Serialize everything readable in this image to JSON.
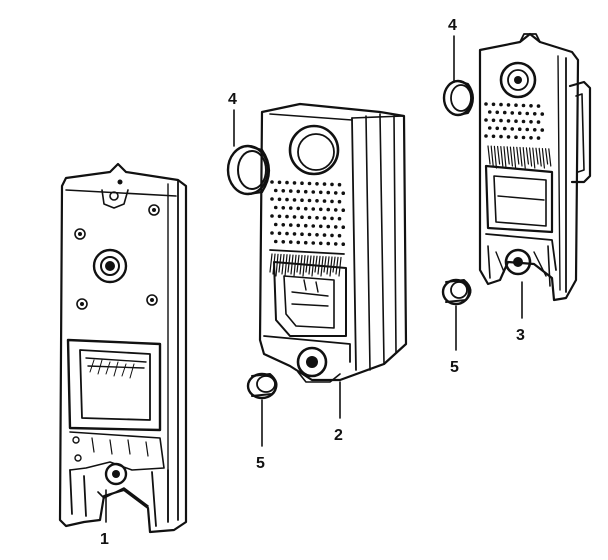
{
  "diagram": {
    "callouts": [
      {
        "id": "1",
        "text": "1"
      },
      {
        "id": "2",
        "text": "2"
      },
      {
        "id": "3",
        "text": "3"
      },
      {
        "id": "4a",
        "text": "4"
      },
      {
        "id": "4b",
        "text": "4"
      },
      {
        "id": "5a",
        "text": "5"
      },
      {
        "id": "5b",
        "text": "5"
      }
    ],
    "ink_color": "#111111",
    "background": "#ffffff"
  }
}
